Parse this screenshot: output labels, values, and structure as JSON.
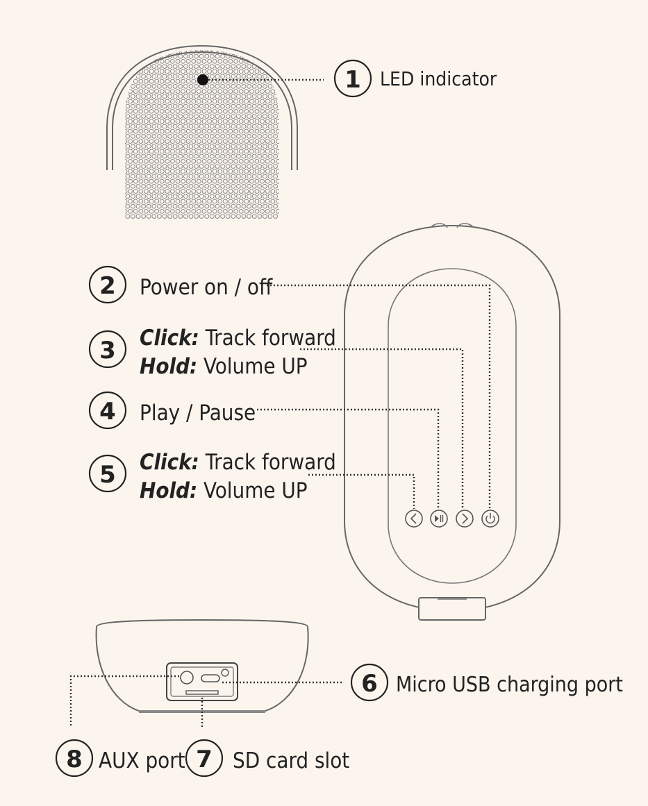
{
  "callouts": [
    {
      "num": "1",
      "label": "LED indicator"
    },
    {
      "num": "2",
      "label": "Power on / off"
    },
    {
      "num": "3",
      "click_prefix": "Click:",
      "click_text": " Track forward",
      "hold_prefix": "Hold:",
      "hold_text": " Volume UP"
    },
    {
      "num": "4",
      "label": "Play / Pause"
    },
    {
      "num": "5",
      "click_prefix": "Click:",
      "click_text": " Track forward",
      "hold_prefix": "Hold:",
      "hold_text": " Volume UP"
    },
    {
      "num": "6",
      "label": "Micro USB charging port"
    },
    {
      "num": "7",
      "label": "SD card slot"
    },
    {
      "num": "8",
      "label": "AUX port"
    }
  ],
  "buttons": [
    {
      "icon": "chevron-left-icon",
      "glyph": "<"
    },
    {
      "icon": "play-pause-icon",
      "glyph": "▶II"
    },
    {
      "icon": "chevron-right-icon",
      "glyph": ">"
    },
    {
      "icon": "power-icon",
      "glyph": "⏻"
    }
  ],
  "colors": {
    "background": "#fbf5ee",
    "line": "#222222",
    "device_outline": "#666666"
  }
}
